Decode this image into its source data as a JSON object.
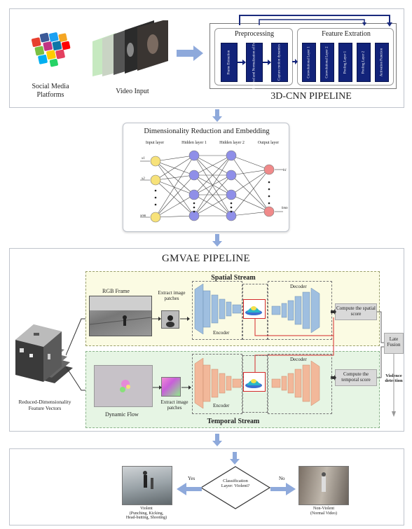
{
  "top": {
    "social_label_1": "Social Media",
    "social_label_2": "Platforms",
    "video_label": "Video Input",
    "preprocessing_title": "Preprocessing",
    "feature_title": "Feature Extration",
    "pipeline_title": "3D-CNN PIPELINE",
    "prep_boxes": [
      "Frame Extraction",
      "Resized and Normalization of Frames",
      "Capture motion dynamics"
    ],
    "feat_boxes": [
      "Convolutional Layer 1",
      "Convolutional Layer 2",
      "Pooling Layer 1",
      "Pooling Layer 2",
      "Activation Function"
    ]
  },
  "nn": {
    "title": "Dimensionality Reduction and Embedding",
    "layers": [
      "Input layer",
      "Hidden layer 1",
      "Hidden layer 2",
      "Output layer"
    ],
    "input_labels": [
      "x1",
      "x2",
      "xnm"
    ],
    "output_labels": [
      "h1",
      "hnm"
    ]
  },
  "gmvae": {
    "title": "GMVAE PIPELINE",
    "spatial_title": "Spatial Stream",
    "temporal_title": "Temporal Stream",
    "rgb_label": "RGB Frame",
    "dyn_label": "Dynamic Flow",
    "extract_label": "Extract image patches",
    "encoder": "Encoder",
    "decoder": "Decoder",
    "spatial_score": "Compute the spatial score",
    "temporal_score": "Compute the temporal score",
    "late_fusion": "Late Fusion",
    "violence_detection": "Violence detection",
    "input_label_1": "Reduced-Dimensionality",
    "input_label_2": "Feature Vectors"
  },
  "bottom": {
    "diamond": "Classification Layer: Violent?",
    "yes": "Yes",
    "no": "No",
    "violent_1": "Violent",
    "violent_2": "(Punching, Kicking,",
    "violent_3": "Head-butting, Shooting)",
    "nonviolent_1": "Non-Violent",
    "nonviolent_2": "(Normal Video)"
  },
  "colors": {
    "dark_box": "#12237a",
    "arrow_blue": "#8ea9db",
    "spatial_bg": "#fbfbe3",
    "temporal_bg": "#e6f5e4",
    "encoder_spatial": "#9fbfe0",
    "encoder_temporal": "#f2b89a",
    "node_input": "#f7e27a",
    "node_hidden": "#8f8fe8",
    "node_output": "#f08a8a"
  }
}
